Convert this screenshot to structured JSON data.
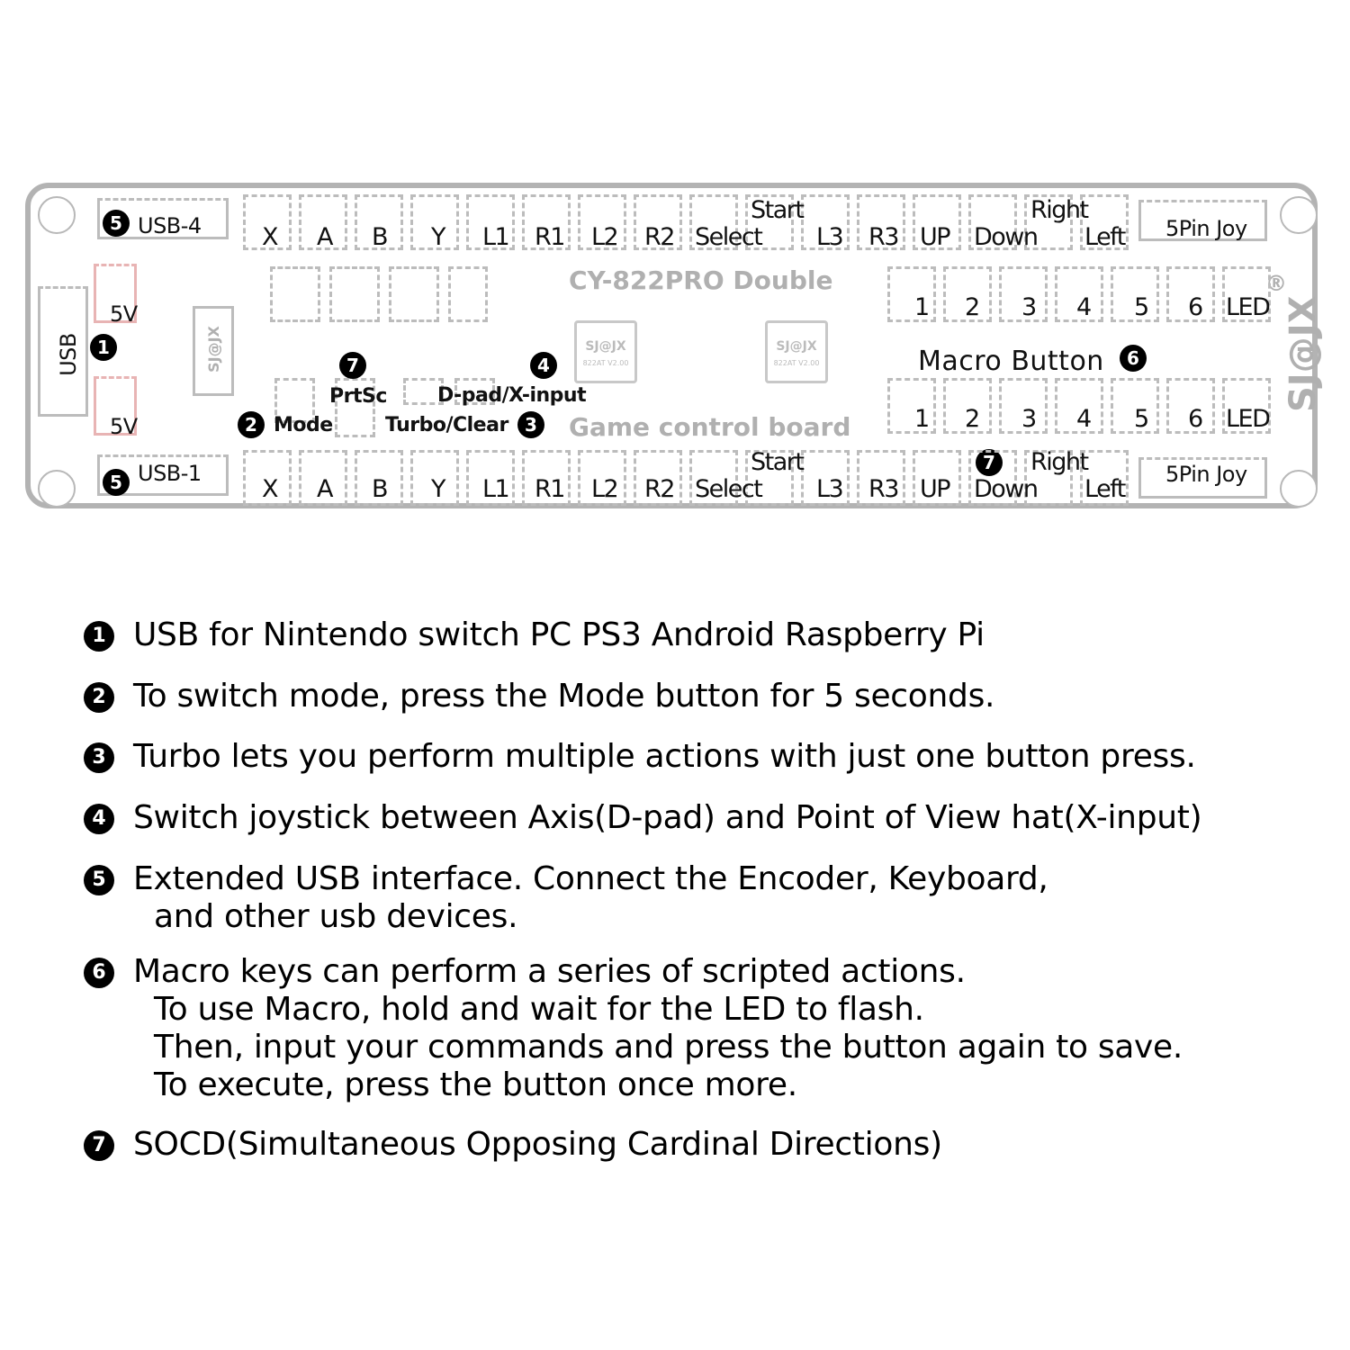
{
  "board": {
    "model": "CY-822PRO Double",
    "subtitle": "Game control board",
    "brand": "SJ@JX",
    "brand_mark": "®",
    "chip_brand": "SJ@JX",
    "chip_model": "822AT V2.00",
    "usb_main": "USB",
    "usb_top": "USB-4",
    "usb_bottom": "USB-1",
    "power_label": "5V",
    "joy_label": "5Pin Joy",
    "macro_title": "Macro Button",
    "mode_label": "Mode",
    "prtsc_label": "PrtSc",
    "dpad_label": "D-pad/X-input",
    "turbo_label": "Turbo/Clear",
    "buttons": [
      "X",
      "A",
      "B",
      "Y",
      "L1",
      "R1",
      "L2",
      "R2",
      "Select",
      "Start",
      "L3",
      "R3",
      "UP",
      "Down",
      "Right",
      "Left"
    ],
    "macro_keys": [
      "1",
      "2",
      "3",
      "4",
      "5",
      "6",
      "LED"
    ]
  },
  "badges": {
    "b1": "1",
    "b2": "2",
    "b3": "3",
    "b4": "4",
    "b5": "5",
    "b6": "6",
    "b7": "7"
  },
  "legend": [
    {
      "num": "1",
      "lines": [
        "USB  for Nintendo switch PC PS3 Android Raspberry Pi"
      ]
    },
    {
      "num": "2",
      "lines": [
        "To switch mode, press the Mode button for 5 seconds."
      ]
    },
    {
      "num": "3",
      "lines": [
        "Turbo lets you perform multiple actions with just one button press."
      ]
    },
    {
      "num": "4",
      "lines": [
        "Switch joystick between Axis(D-pad) and Point of View hat(X-input)"
      ]
    },
    {
      "num": "5",
      "lines": [
        "Extended USB interface. Connect the Encoder, Keyboard,",
        "and other usb devices."
      ]
    },
    {
      "num": "6",
      "lines": [
        "Macro keys can perform a series of scripted actions.",
        "To use Macro, hold and wait for the LED to flash.",
        "Then, input your commands and press the button again to save.",
        "To execute, press the button once more."
      ]
    },
    {
      "num": "7",
      "lines": [
        "SOCD(Simultaneous Opposing Cardinal Directions)"
      ]
    }
  ]
}
